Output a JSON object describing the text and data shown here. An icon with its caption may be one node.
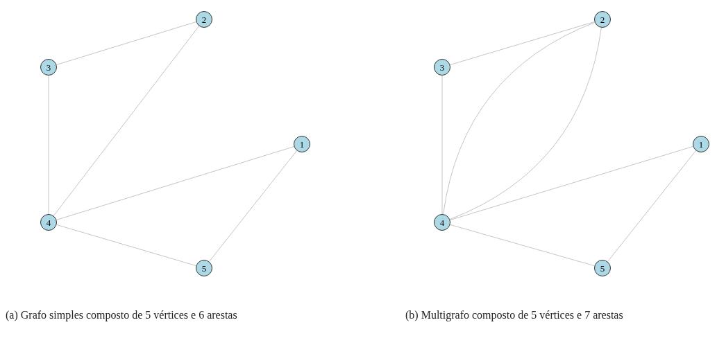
{
  "diagram": {
    "nodes": [
      {
        "text": [
          "2"
        ]
      },
      {
        "text": [
          "3"
        ]
      },
      {
        "text": [
          "1"
        ]
      },
      {
        "text": [
          "4"
        ]
      },
      {
        "text": [
          "5"
        ]
      },
      {
        "text": [
          "2"
        ]
      },
      {
        "text": [
          "3"
        ]
      },
      {
        "text": [
          "1"
        ]
      },
      {
        "text": [
          "4"
        ]
      },
      {
        "text": [
          "5"
        ]
      }
    ],
    "edges": [
      {
        "from": 1,
        "to": 0,
        "arrow": "none"
      },
      {
        "from": 1,
        "to": 3,
        "arrow": "none"
      },
      {
        "from": 3,
        "to": 0,
        "arrow": "none"
      },
      {
        "from": 3,
        "to": 2,
        "arrow": "none"
      },
      {
        "from": 3,
        "to": 4,
        "arrow": "none"
      },
      {
        "from": 4,
        "to": 2,
        "arrow": "none"
      },
      {
        "from": 6,
        "to": 5,
        "arrow": "none"
      },
      {
        "from": 6,
        "to": 8,
        "arrow": "none"
      },
      {
        "from": 8,
        "to": 5,
        "arrow": "none"
      },
      {
        "from": 8,
        "to": 5,
        "arrow": "none"
      },
      {
        "from": 8,
        "to": 7,
        "arrow": "none"
      },
      {
        "from": 8,
        "to": 9,
        "arrow": "none"
      },
      {
        "from": 9,
        "to": 7,
        "arrow": "none"
      }
    ],
    "labels": [
      "(a) Grafo simples composto de 5 vértices e 6 arestas",
      "(b) Multigrafo composto de 5 vértices e 7 arestas"
    ]
  }
}
